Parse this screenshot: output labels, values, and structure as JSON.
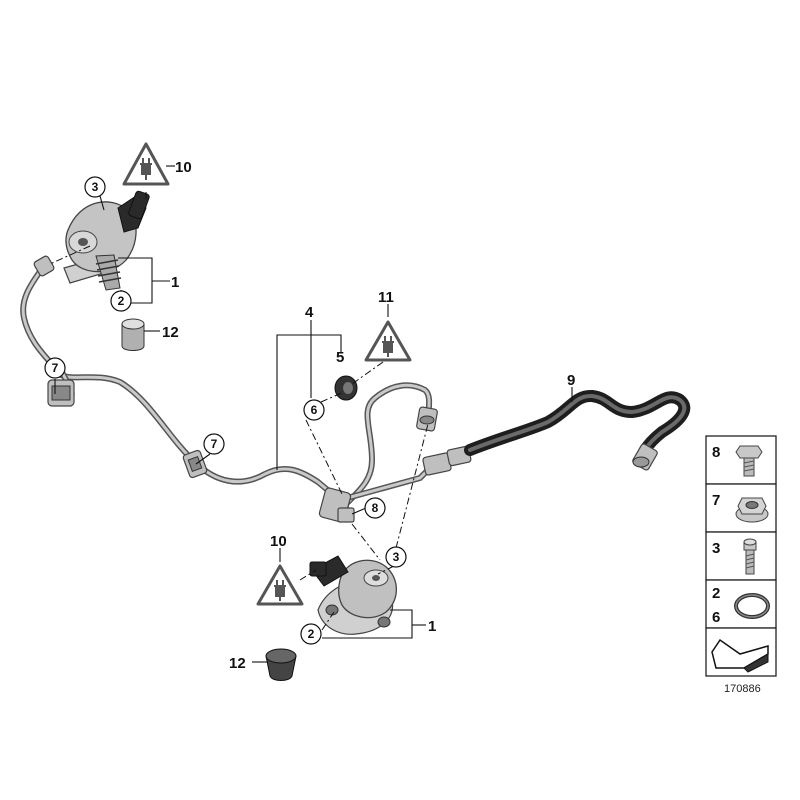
{
  "callouts": {
    "c1_top": "1",
    "c1_bot": "1",
    "c2_top": "2",
    "c2_bot": "2",
    "c3_top": "3",
    "c3_bot": "3",
    "c4": "4",
    "c5": "5",
    "c6": "6",
    "c7_left": "7",
    "c7_mid": "7",
    "c8": "8",
    "c9": "9",
    "c10_top": "10",
    "c10_bot": "10",
    "c11": "11",
    "c12_top": "12",
    "c12_bot": "12"
  },
  "key_panel": {
    "items": [
      "8",
      "7",
      "3",
      "2",
      "6"
    ]
  },
  "diagram_code": "170886"
}
